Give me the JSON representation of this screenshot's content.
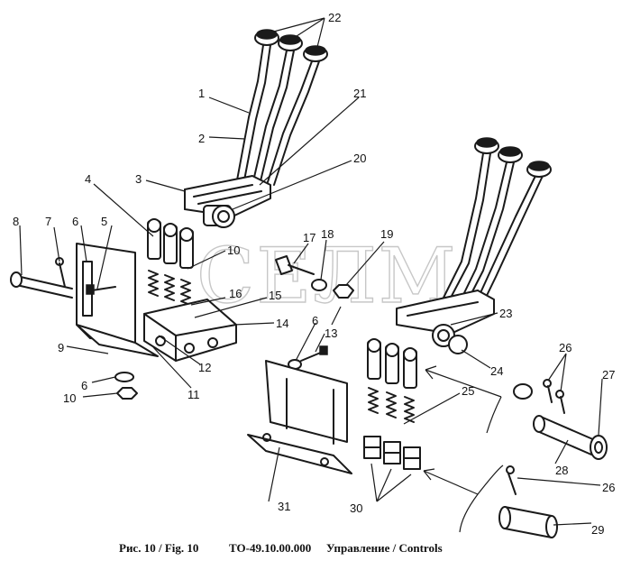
{
  "caption": {
    "figure": "Рис. 10 / Fig. 10",
    "code": "ТО-49.10.00.000",
    "title": "Управление / Controls"
  },
  "watermark": "СЕЛМ",
  "callouts": [
    "1",
    "2",
    "3",
    "4",
    "5",
    "6",
    "7",
    "8",
    "9",
    "10",
    "11",
    "12",
    "13",
    "14",
    "15",
    "16",
    "17",
    "18",
    "19",
    "20",
    "21",
    "22",
    "23",
    "24",
    "25",
    "26",
    "27",
    "28",
    "29",
    "30",
    "31"
  ],
  "colors": {
    "ink": "#1a1a1a",
    "background": "#ffffff",
    "watermark": "#9a9a9a"
  }
}
